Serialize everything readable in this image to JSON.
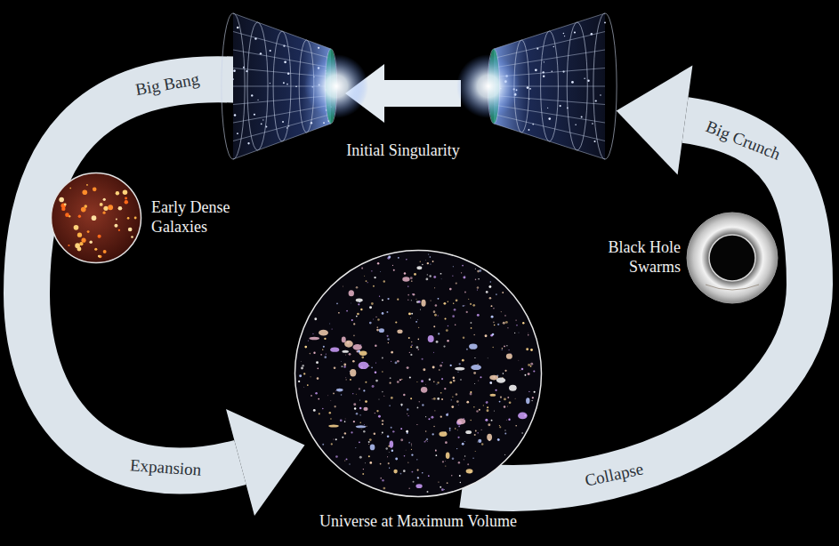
{
  "diagram": {
    "nodes": [
      {
        "text": [
          "Early Dense Galaxies"
        ]
      },
      {
        "text": [
          "Universe at Maximum Volume"
        ]
      },
      {
        "text": [
          "Black Hole Swarms"
        ]
      }
    ],
    "labels": [
      "Big Bang",
      "Initial Singularity",
      "Big Crunch",
      "Expansion",
      "Collapse"
    ]
  }
}
